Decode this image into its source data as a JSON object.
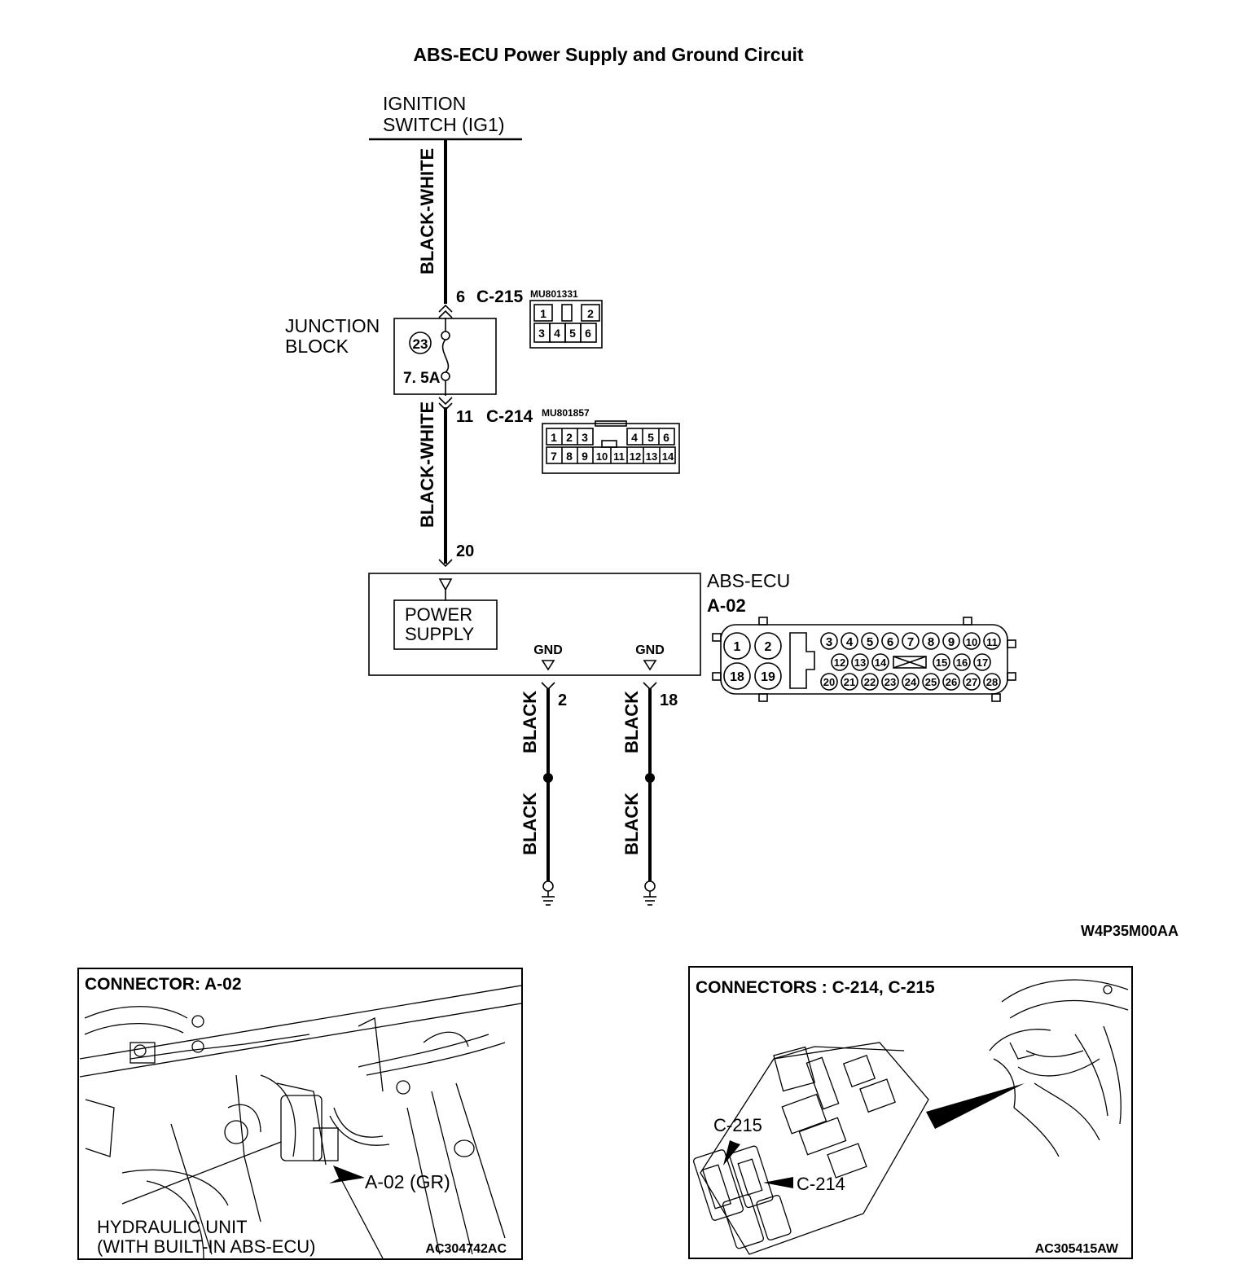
{
  "title": "ABS-ECU Power Supply and Ground Circuit",
  "ignition": {
    "line1": "IGNITION",
    "line2": "SWITCH (IG1)"
  },
  "wire_colors": {
    "bw_upper": "BLACK-WHITE",
    "bw_lower": "BLACK-WHITE",
    "black": "BLACK"
  },
  "c215": {
    "pin": "6",
    "name": "C-215",
    "part": "MU801331",
    "cells": [
      "1",
      "2",
      "3",
      "4",
      "5",
      "6"
    ]
  },
  "junction_block": {
    "line1": "JUNCTION",
    "line2": "BLOCK",
    "fuse_no": "23",
    "rating": "7. 5A"
  },
  "c214": {
    "pin": "11",
    "name": "C-214",
    "part": "MU801857",
    "row1": [
      "1",
      "2",
      "3",
      "4",
      "5",
      "6"
    ],
    "row2": [
      "7",
      "8",
      "9",
      "10",
      "11",
      "12",
      "13",
      "14"
    ]
  },
  "ecu": {
    "pin_in": "20",
    "label": "ABS-ECU",
    "conn": "A-02",
    "ps1": "POWER",
    "ps2": "SUPPLY",
    "gnd": "GND",
    "gnd_pin1": "2",
    "gnd_pin2": "18"
  },
  "a02_pins": {
    "big": [
      "1",
      "2",
      "18",
      "19"
    ],
    "row1": [
      "3",
      "4",
      "5",
      "6",
      "7",
      "8",
      "9",
      "10",
      "11"
    ],
    "row2": [
      "12",
      "13",
      "14",
      "15",
      "16",
      "17"
    ],
    "row3": [
      "20",
      "21",
      "22",
      "23",
      "24",
      "25",
      "26",
      "27",
      "28"
    ]
  },
  "diagram_code": "W4P35M00AA",
  "panel_left": {
    "title": "CONNECTOR: A-02",
    "callout": "A-02 (GR)",
    "label1": "HYDRAULIC UNIT",
    "label2": "(WITH BUILT-IN ABS-ECU)",
    "code": "AC304742AC"
  },
  "panel_right": {
    "title": "CONNECTORS : C-214, C-215",
    "c215": "C-215",
    "c214": "C-214",
    "code": "AC305415AW"
  }
}
